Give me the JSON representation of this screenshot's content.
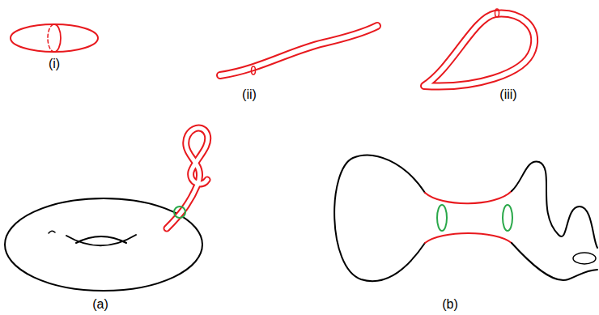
{
  "diagram": {
    "labels": [
      "(i)",
      "(ii)",
      "(iii)",
      "(a)",
      "(b)"
    ]
  }
}
